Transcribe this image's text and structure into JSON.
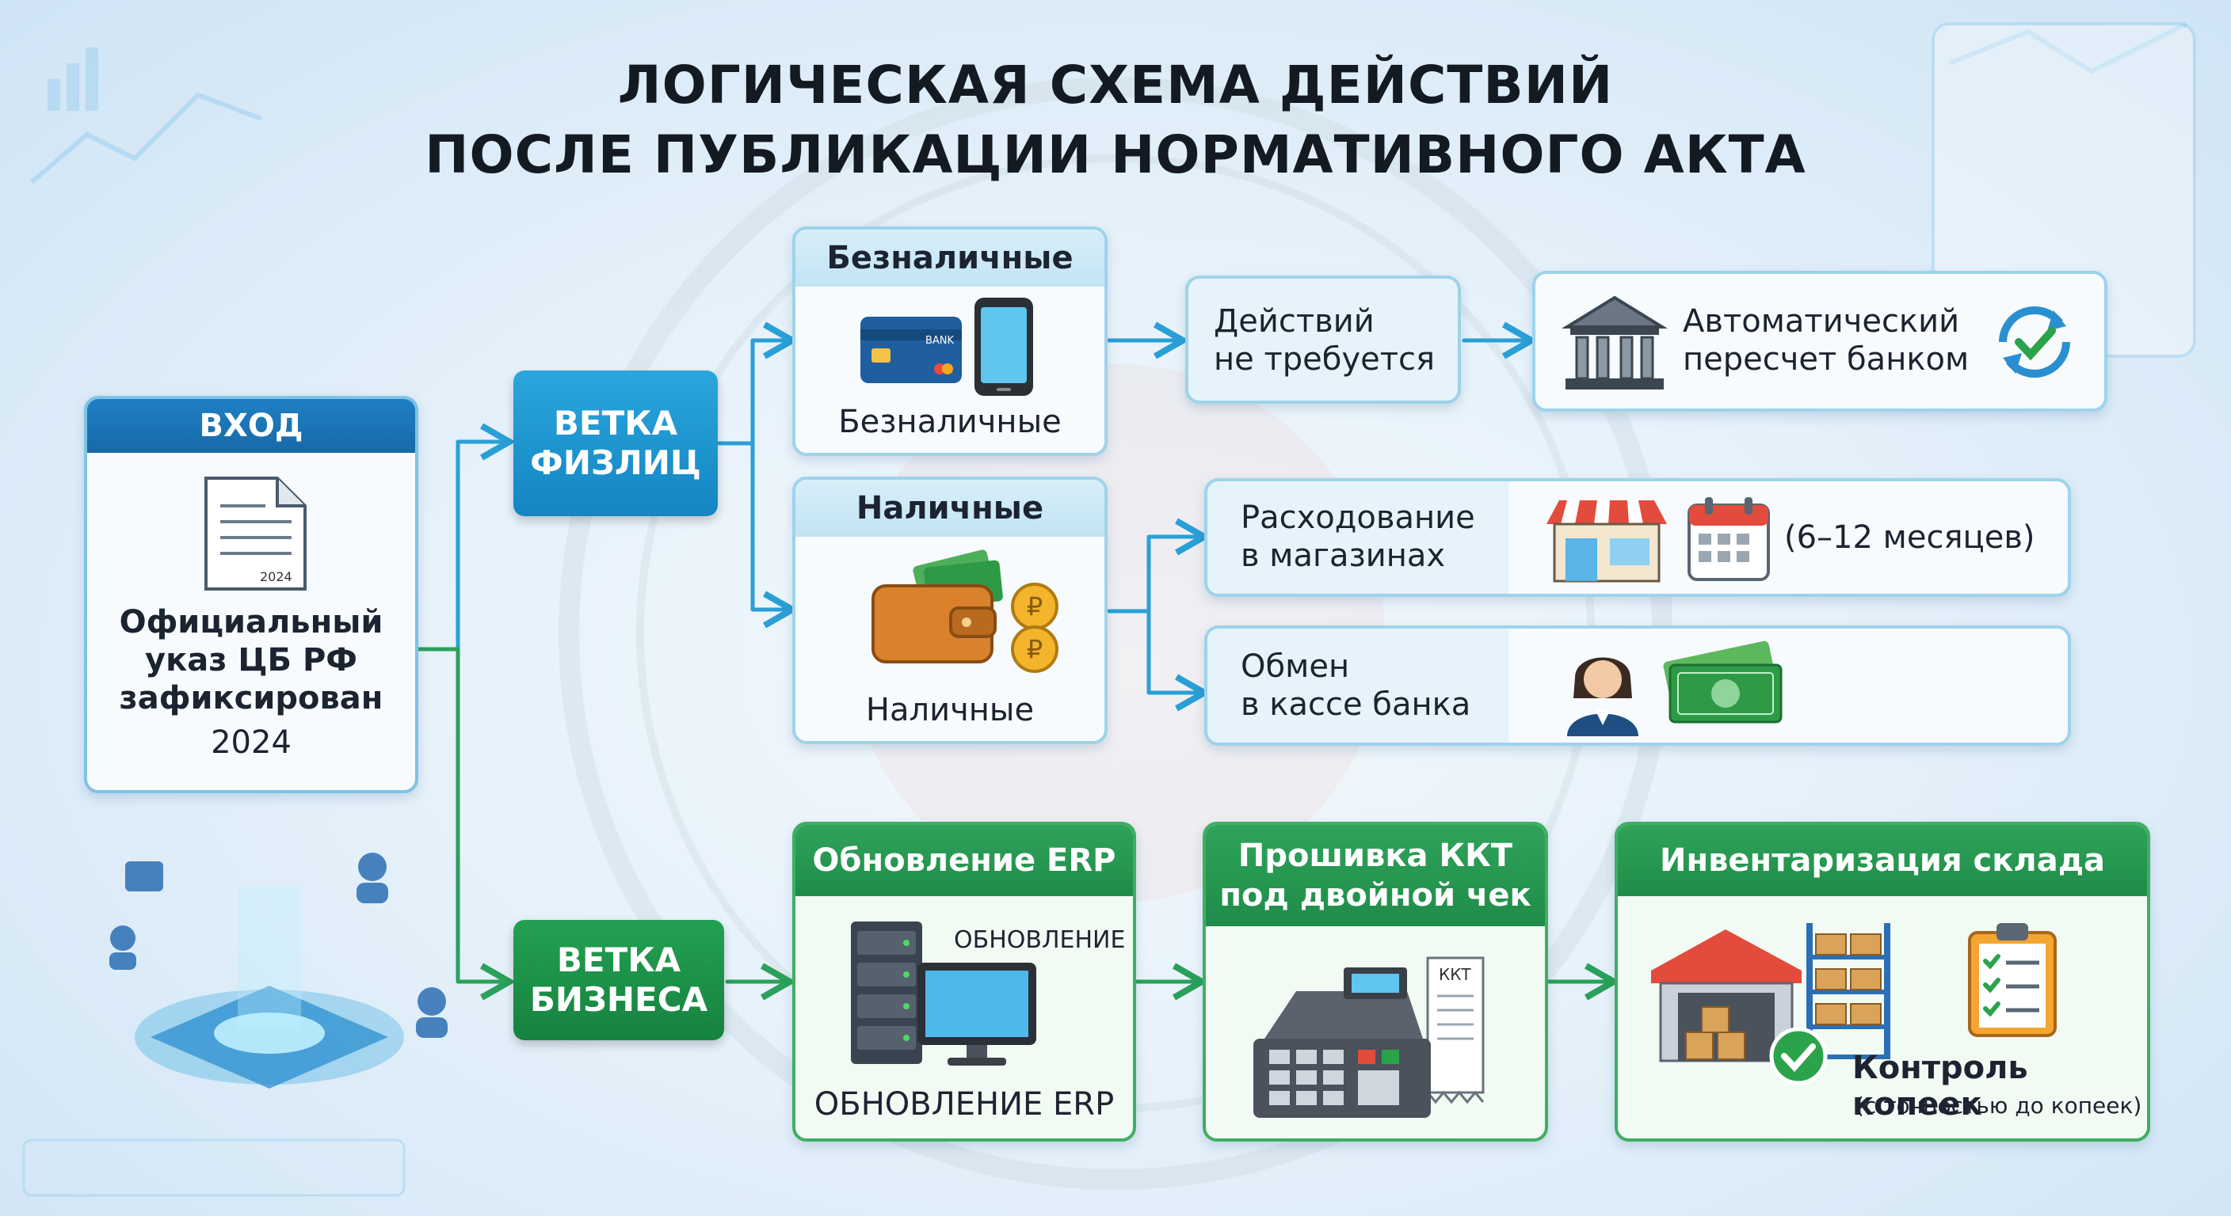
{
  "title": {
    "line1": "ЛОГИЧЕСКАЯ СХЕМА ДЕЙСТВИЙ",
    "line2": "ПОСЛЕ ПУБЛИКАЦИИ НОРМАТИВНОГО АКТА"
  },
  "entry": {
    "header": "ВХОД",
    "doc_year": "2024",
    "line1": "Официальный",
    "line2": "указ ЦБ РФ",
    "line3": "зафиксирован",
    "line4": "2024"
  },
  "branch_individuals": {
    "line1": "ВЕТКА",
    "line2": "ФИЗЛИЦ"
  },
  "branch_business": {
    "line1": "ВЕТКА",
    "line2": "БИЗНЕСА"
  },
  "cashless": {
    "header": "Безналичные",
    "label": "Безналичные",
    "card_text": "BANK"
  },
  "no_action": {
    "line1": "Действий",
    "line2": "не требуется"
  },
  "auto_recalc": {
    "line1": "Автоматический",
    "line2": "пересчет банком"
  },
  "cash": {
    "header": "Наличные",
    "label": "Наличные"
  },
  "spending": {
    "line1": "Расходование",
    "line2": "в магазинах",
    "period": "(6–12 месяцев)"
  },
  "exchange": {
    "line1": "Обмен",
    "line2": "в кассе банка"
  },
  "erp": {
    "header": "Обновление ERP",
    "update_tag": "ОБНОВЛЕНИЕ",
    "label": "ОБНОВЛЕНИЕ ERP"
  },
  "kkt": {
    "header_line1": "Прошивка ККТ",
    "header_line2": "под двойной чек",
    "receipt_tag": "ККТ"
  },
  "inventory": {
    "header": "Инвентаризация склада",
    "control": "Контроль копеек",
    "precision": "(с точностью до копеек)"
  },
  "colors": {
    "blue_accent": "#1485c2",
    "green_accent": "#1f8c49",
    "box_border": "#9ed3ea",
    "arrow_blue": "#2a9fd6",
    "arrow_green": "#2aa05a"
  }
}
